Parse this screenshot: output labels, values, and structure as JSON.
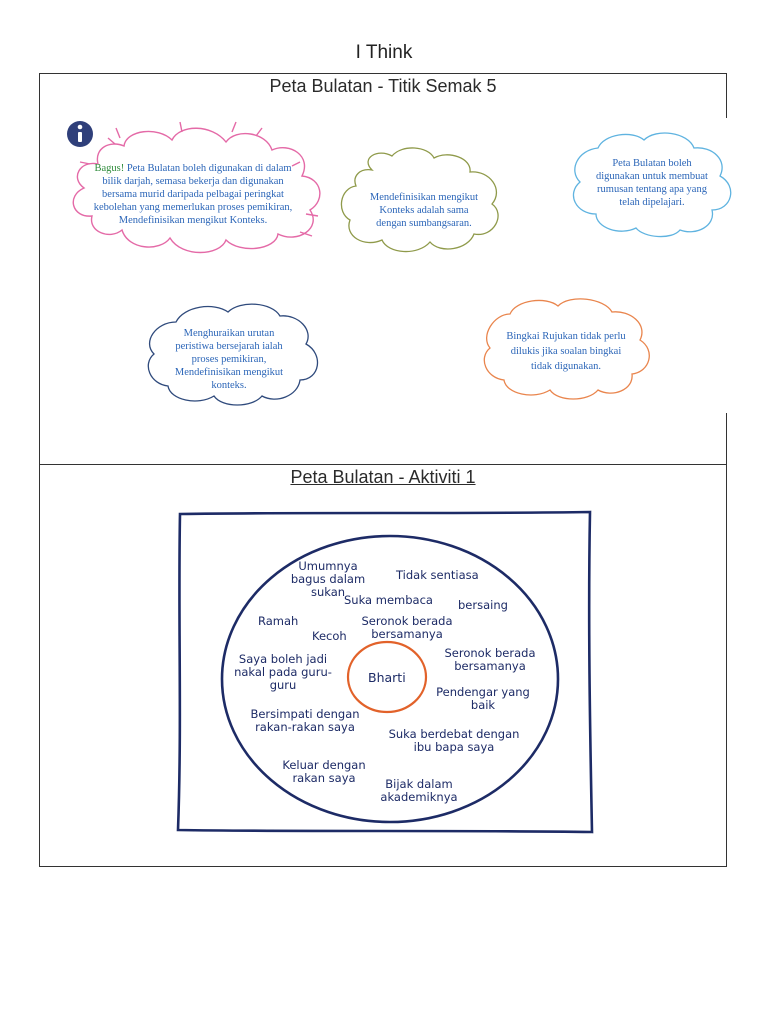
{
  "page": {
    "title": "I Think"
  },
  "checkpoint": {
    "title": "Peta Bulatan - Titik Semak 5",
    "info_icon": "info-icon",
    "clouds": [
      {
        "highlight": "Bagus!",
        "text": "Peta Bulatan boleh digunakan di dalam bilik darjah, semasa bekerja dan digunakan bersama murid daripada pelbagai peringkat kebolehan yang memerlukan proses pemikiran, Mendefinisikan mengikut Konteks.",
        "color": "#e46aa7"
      },
      {
        "text": "Mendefinisikan mengikut Konteks adalah sama dengan sumbangsaran.",
        "color": "#8f9a4a"
      },
      {
        "text": "Peta Bulatan boleh digunakan untuk membuat rumusan tentang apa yang telah dipelajari.",
        "color": "#5fb3e0"
      },
      {
        "text": "Menghuraikan urutan peristiwa bersejarah ialah proses pemikiran, Mendefinisikan mengikut konteks.",
        "color": "#2f4a7c"
      },
      {
        "text": "Bingkai Rujukan tidak perlu dilukis jika soalan bingkai tidak digunakan.",
        "color": "#e9854d"
      }
    ]
  },
  "activity": {
    "title": "Peta Bulatan - Aktiviti 1",
    "center": "Bharti",
    "frame_color": "#1d2b66",
    "center_color": "#e2622a",
    "words": [
      "Umumnya bagus dalam sukan",
      "Tidak sentiasa",
      "Suka membaca",
      "bersaing",
      "Ramah",
      "Seronok berada bersamanya",
      "Kecoh",
      "Seronok berada bersamanya",
      "Saya boleh jadi nakal pada guru-guru",
      "Pendengar yang baik",
      "Bersimpati dengan rakan-rakan saya",
      "Suka berdebat dengan ibu bapa saya",
      "Keluar dengan rakan saya",
      "Bijak dalam akademiknya"
    ]
  }
}
